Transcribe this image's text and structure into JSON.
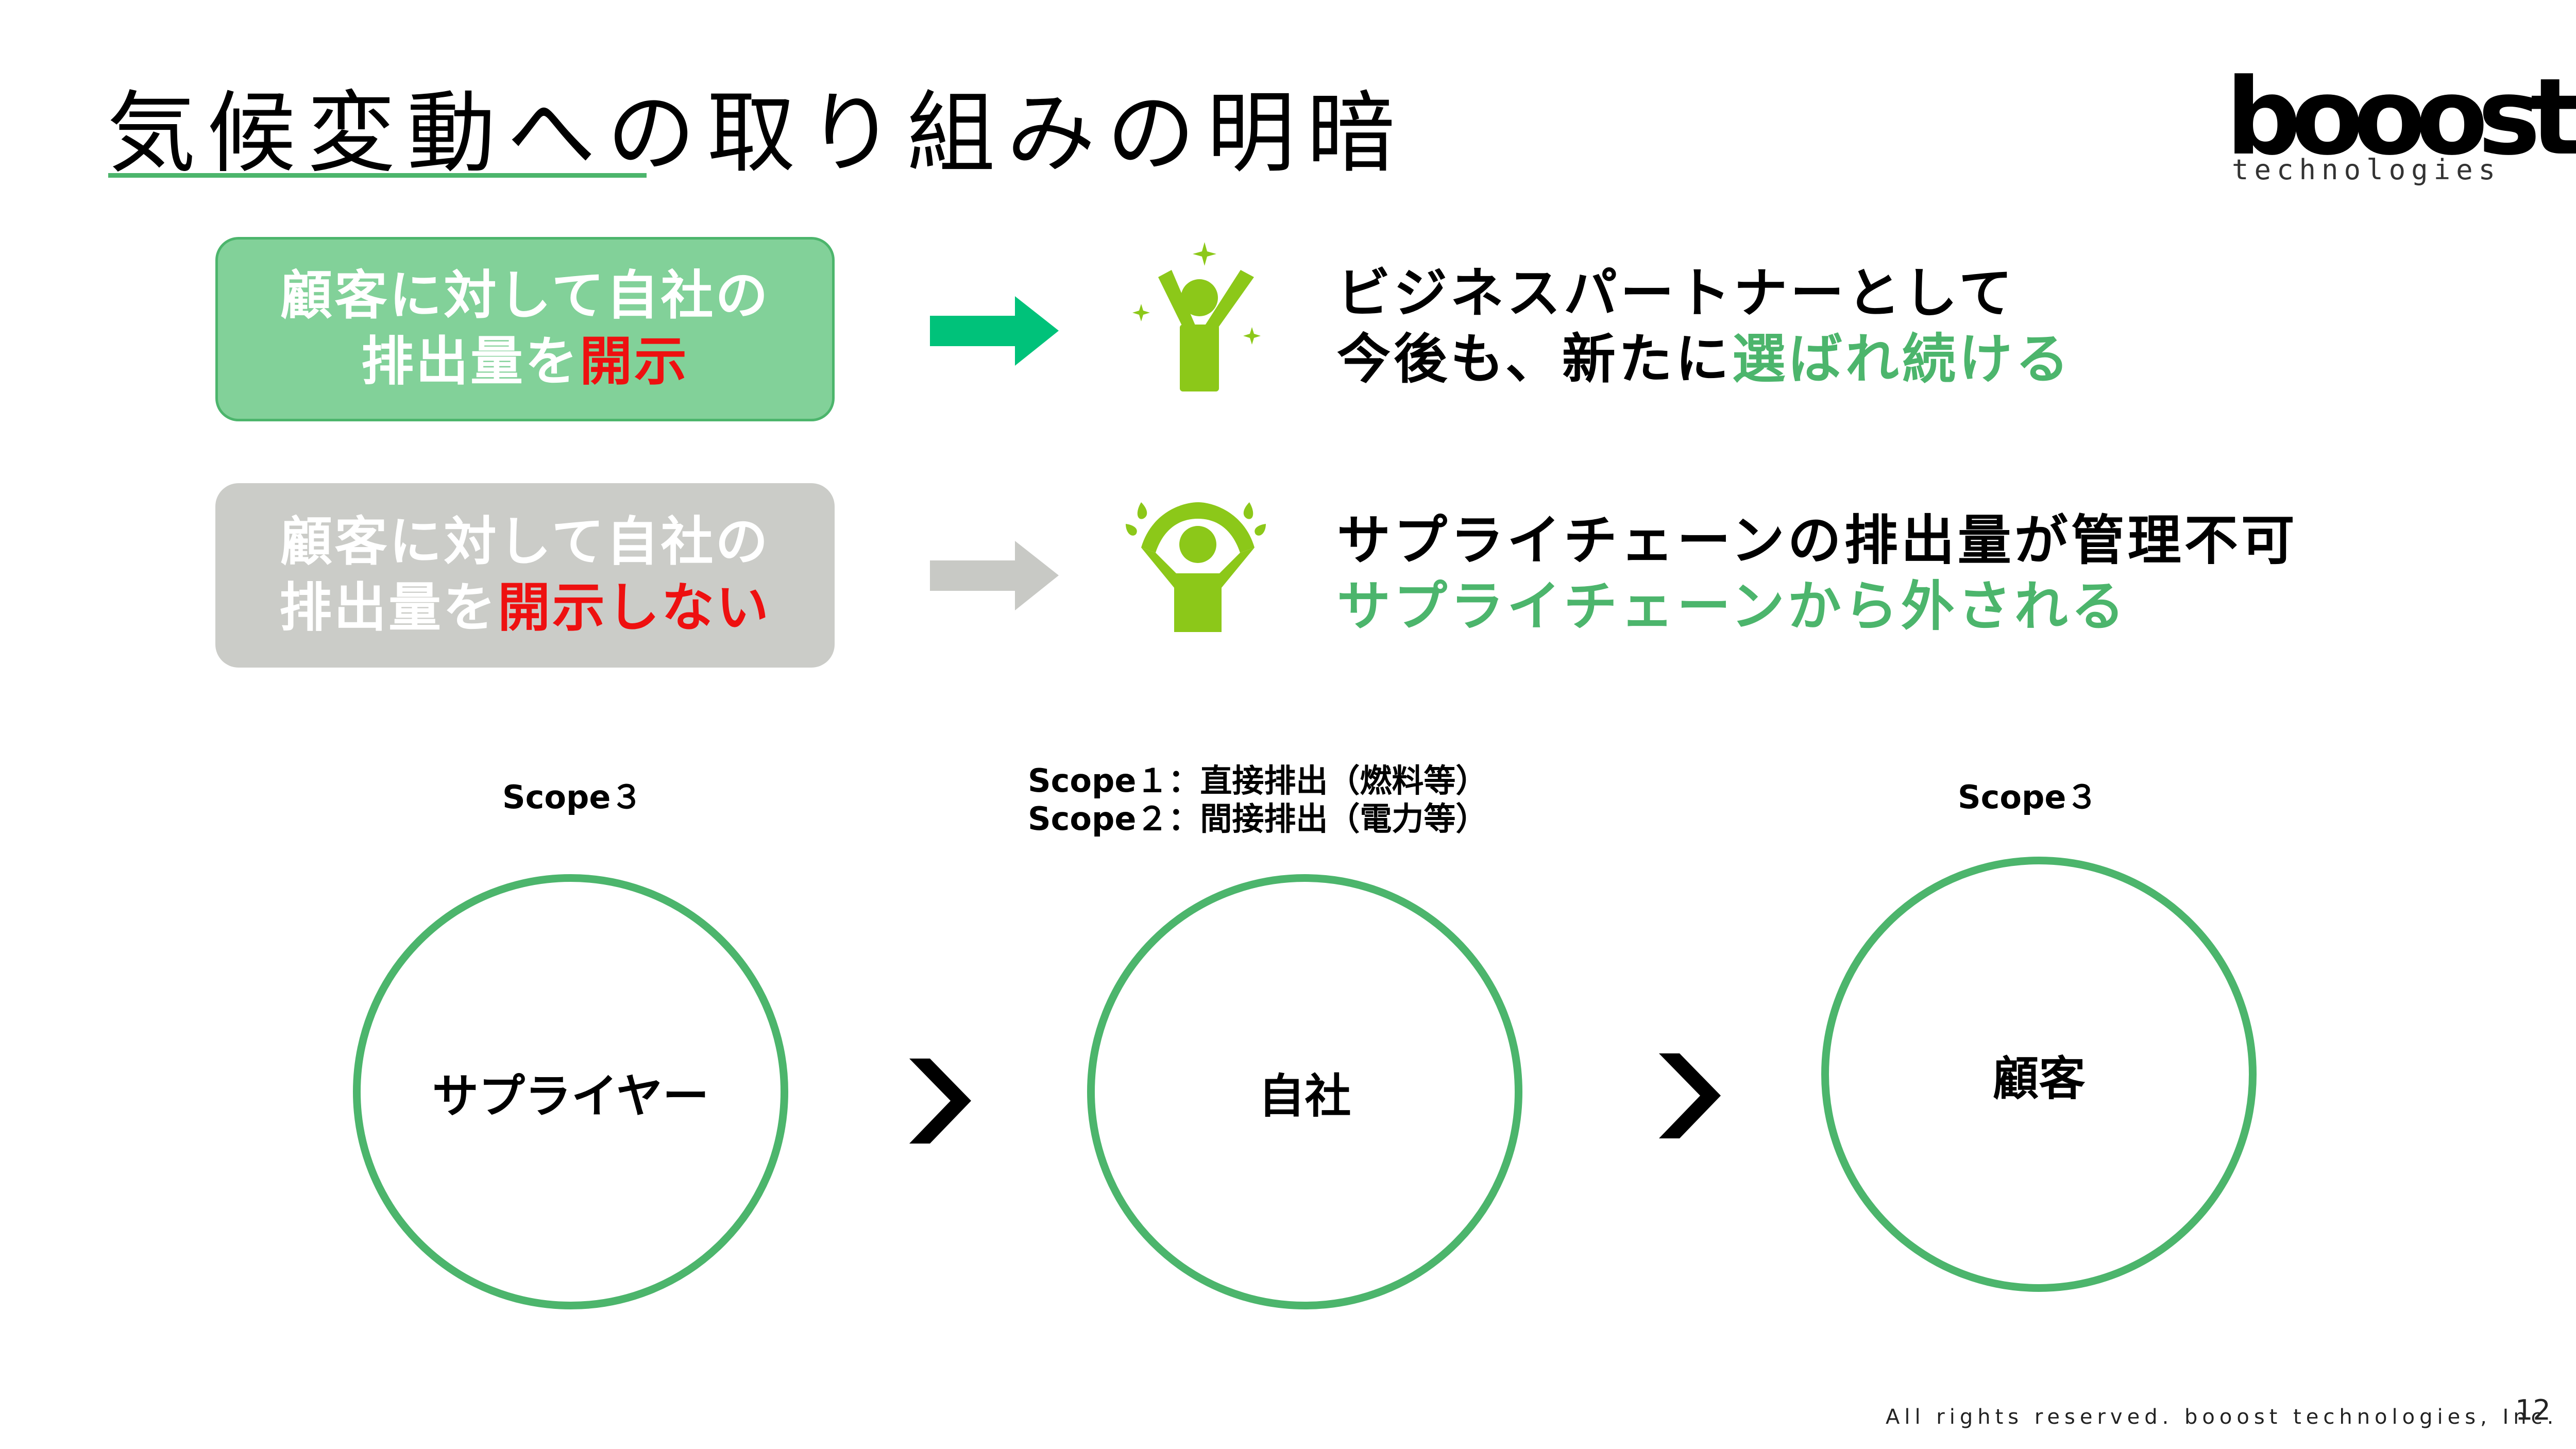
{
  "title": "気候変動への取り組みの明暗",
  "logo": {
    "main": "booost",
    "sub": "technologies"
  },
  "rows": [
    {
      "pill_line1": "顧客に対して自社の",
      "pill_line2_normal": "排出量を",
      "pill_line2_red": "開示",
      "statement_line1": "ビジネスパートナーとして",
      "statement_line2_normal": "今後も、新たに",
      "statement_line2_green": "選ばれ続ける"
    },
    {
      "pill_line1": "顧客に対して自社の",
      "pill_line2_normal": "排出量を",
      "pill_line2_red": "開示しない",
      "statement_line1": "サプライチェーンの排出量が管理不可",
      "statement_line2_normal": "",
      "statement_line2_green": "サプライチェーンから外される"
    }
  ],
  "flow": {
    "supplier_scope": "Scope３",
    "company_scope_1": "Scope１：直接排出（燃料等）",
    "company_scope_2": "Scope２：間接排出（電力等）",
    "customer_scope": "Scope３",
    "supplier_label": "サプライヤー",
    "company_label": "自社",
    "customer_label": "顧客"
  },
  "footer": "All rights reserved. booost technologies, Inc.",
  "page_number": "12",
  "colors": {
    "accent_green": "#4cb56c",
    "pill_green": "#82d199",
    "pill_gray": "#cbccc8",
    "arrow_green": "#00c27a",
    "arrow_gray": "#c8c9c5",
    "figure_green": "#8cc819",
    "highlight_red": "#ee1010"
  }
}
